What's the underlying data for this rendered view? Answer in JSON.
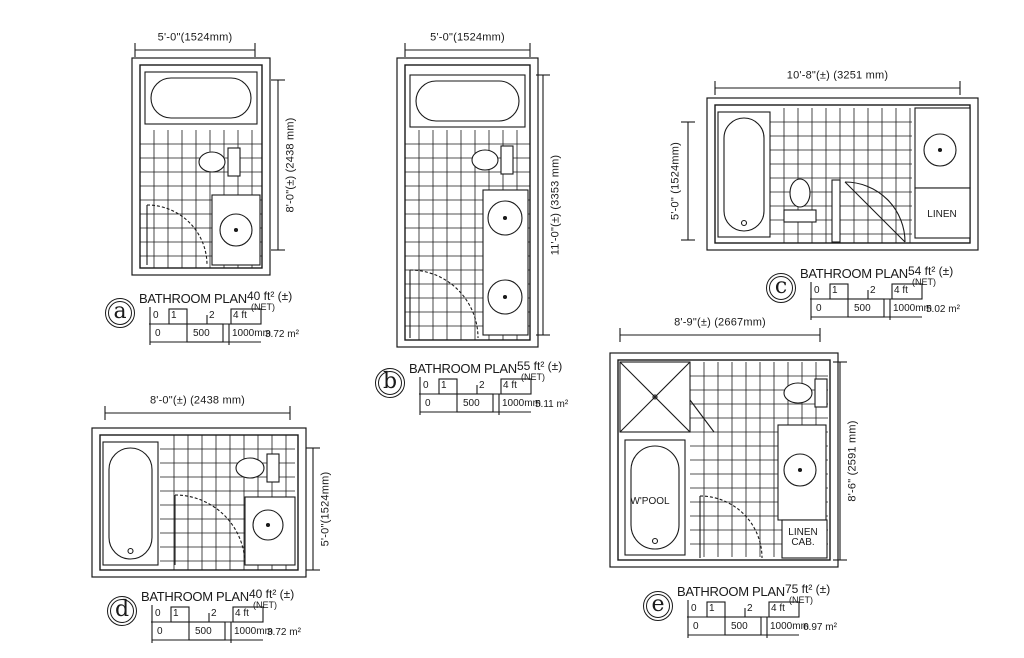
{
  "plans": [
    {
      "letter": "a",
      "title": "BATHROOM PLAN",
      "area": "40 ft² (±)",
      "net": "(NET)",
      "metric": "3.72 m²",
      "width_dim": "5'-0\"(1524mm)",
      "length_dim": "8'-0\"(±) (2438 mm)",
      "scale": {
        "ft": [
          "0",
          "1",
          "2",
          "4 ft"
        ],
        "mm": [
          "0",
          "500",
          "1000mm"
        ]
      },
      "labels": []
    },
    {
      "letter": "b",
      "title": "BATHROOM PLAN",
      "area": "55 ft² (±)",
      "net": "(NET)",
      "metric": "5.11 m²",
      "width_dim": "5'-0\"(1524mm)",
      "length_dim": "11'-0\"(±) (3353 mm)",
      "scale": {
        "ft": [
          "0",
          "1",
          "2",
          "4 ft"
        ],
        "mm": [
          "0",
          "500",
          "1000mm"
        ]
      },
      "labels": []
    },
    {
      "letter": "c",
      "title": "BATHROOM PLAN",
      "area": "54 ft² (±)",
      "net": "(NET)",
      "metric": "5.02 m²",
      "width_dim": "10'-8\"(±)  (3251 mm)",
      "length_dim": "5'-0\" (1524mm)",
      "scale": {
        "ft": [
          "0",
          "1",
          "2",
          "4 ft"
        ],
        "mm": [
          "0",
          "500",
          "1000mm"
        ]
      },
      "labels": [
        "LINEN"
      ]
    },
    {
      "letter": "d",
      "title": "BATHROOM PLAN",
      "area": "40 ft² (±)",
      "net": "(NET)",
      "metric": "3.72 m²",
      "width_dim": "8'-0\"(±)  (2438 mm)",
      "length_dim": "5'-0\"(1524mm)",
      "scale": {
        "ft": [
          "0",
          "1",
          "2",
          "4 ft"
        ],
        "mm": [
          "0",
          "500",
          "1000mm"
        ]
      },
      "labels": []
    },
    {
      "letter": "e",
      "title": "BATHROOM PLAN",
      "area": "75 ft² (±)",
      "net": "(NET)",
      "metric": "6.97 m²",
      "width_dim": "8'-9\"(±) (2667mm)",
      "length_dim": "8'-6\" (2591 mm)",
      "scale": {
        "ft": [
          "0",
          "1",
          "2",
          "4 ft"
        ],
        "mm": [
          "0",
          "500",
          "1000mm"
        ]
      },
      "labels": [
        "W'POOL",
        "LINEN CAB."
      ]
    }
  ],
  "colors": {
    "ink": "#1a1a1a",
    "paper": "#ffffff"
  }
}
